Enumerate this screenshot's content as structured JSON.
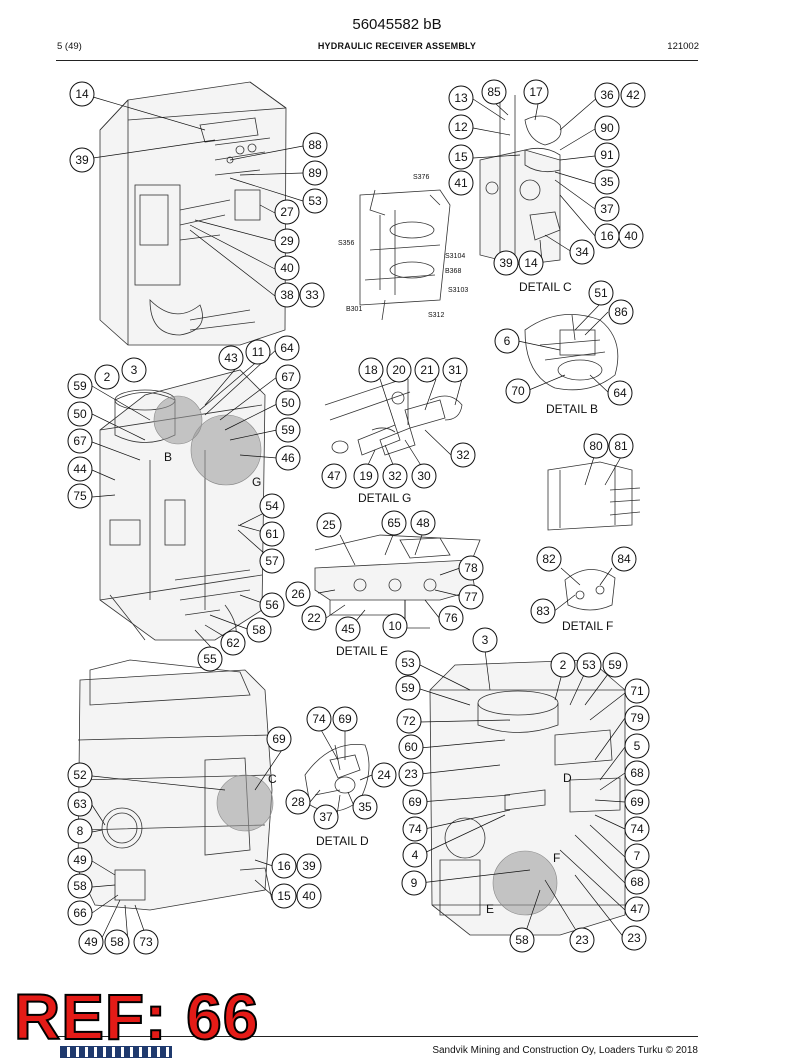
{
  "header": {
    "document_number": "56045582 bB",
    "page": "5 (49)",
    "title": "HYDRAULIC RECEIVER ASSEMBLY",
    "code": "121002"
  },
  "detail_labels": {
    "c": "DETAIL C",
    "b": "DETAIL B",
    "g": "DETAIL G",
    "e": "DETAIL E",
    "f": "DETAIL F",
    "d": "DETAIL  D"
  },
  "view_letters": {
    "b": "B",
    "g": "G",
    "c": "C",
    "d": "D",
    "e": "E",
    "f": "F"
  },
  "sensor_labels": [
    "S376",
    "S356",
    "S3104",
    "B368",
    "S3103",
    "B301",
    "S312"
  ],
  "callouts_top_left": [
    "14",
    "39",
    "88",
    "89",
    "53",
    "27",
    "29",
    "40",
    "38",
    "33"
  ],
  "callouts_detail_c": [
    "13",
    "85",
    "17",
    "36",
    "42",
    "12",
    "90",
    "15",
    "91",
    "41",
    "35",
    "37",
    "16",
    "40",
    "34",
    "39",
    "14"
  ],
  "callouts_mid_left": [
    "43",
    "11",
    "64",
    "2",
    "3",
    "67",
    "59",
    "50",
    "50",
    "59",
    "67",
    "46",
    "44",
    "75",
    "54",
    "61",
    "57",
    "56",
    "58",
    "62",
    "55"
  ],
  "callouts_detail_g": [
    "18",
    "20",
    "21",
    "31",
    "32",
    "47",
    "19",
    "32",
    "30"
  ],
  "callouts_detail_b": [
    "51",
    "86",
    "6",
    "70",
    "64"
  ],
  "callouts_detail_e": [
    "25",
    "65",
    "48",
    "78",
    "26",
    "77",
    "22",
    "45",
    "10",
    "76"
  ],
  "callouts_detail_f": [
    "80",
    "81",
    "82",
    "84",
    "83"
  ],
  "callouts_bottom_left": [
    "69",
    "52",
    "63",
    "8",
    "49",
    "58",
    "66",
    "49",
    "58",
    "73",
    "16",
    "39",
    "15",
    "40"
  ],
  "callouts_detail_d": [
    "74",
    "69",
    "24",
    "28",
    "35",
    "37"
  ],
  "callouts_bottom_right": [
    "3",
    "53",
    "2",
    "53",
    "59",
    "59",
    "71",
    "72",
    "79",
    "60",
    "5",
    "23",
    "68",
    "69",
    "69",
    "74",
    "74",
    "4",
    "7",
    "9",
    "68",
    "47",
    "58",
    "23",
    "23"
  ],
  "stamp": "REF: 66",
  "footer": {
    "copyright": "Sandvik Mining and Construction Oy, Loaders Turku © 2018"
  }
}
